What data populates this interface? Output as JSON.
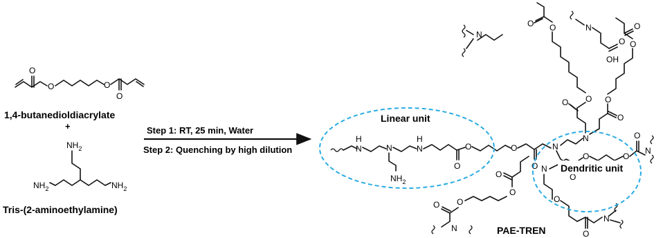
{
  "reagents": {
    "diacrylate_name": "1,4-butanedioldiacrylate",
    "plus_sign": "+",
    "amine_name": "Tris-(2-aminoethylamine)",
    "amine_group": "NH",
    "amine_subscript": "2"
  },
  "reaction": {
    "step1": "Step 1:  RT, 25 min, Water",
    "step2": "Step 2: Quenching by high dilution"
  },
  "product": {
    "linear_unit_label": "Linear unit",
    "dendritic_unit_label": "Dendritic unit",
    "name": "PAE-TREN",
    "acid_group": "OH"
  },
  "atoms": {
    "oxygen": "O",
    "nitrogen": "N",
    "nh": "H",
    "nh_n": "N"
  },
  "colors": {
    "highlight_ellipse": "#29abe2",
    "ink": "#111111"
  }
}
